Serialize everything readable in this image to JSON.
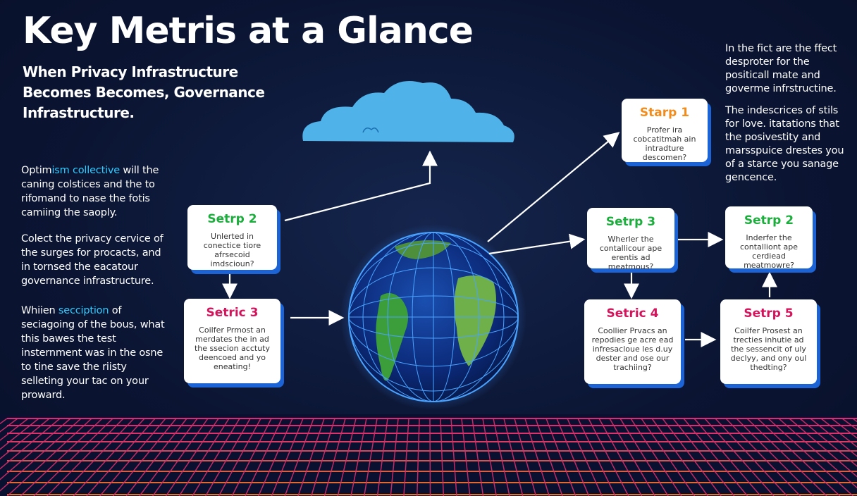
{
  "title": "Key Metris at a Glance",
  "subtitle": "When Privacy Infrastructure Becomes Becomes, Governance Infrastructure.",
  "left_paragraphs": [
    {
      "pre": "Optim",
      "highlight": "ism collective",
      "post": " will the caning colstices and the to rifomand to nase the fotis camiing the saoply."
    },
    {
      "pre": "Colect the privacy cervice of the surges for procacts, and in tornsed the eacatour governance infrastructure.",
      "highlight": "",
      "post": ""
    },
    {
      "pre": "Whiien ",
      "highlight": "secciption",
      "post": " of seciagoing of the bous, what this bawes the test insternment was in the osne to tine save the riisty selleting your tac on your proward."
    }
  ],
  "right_paragraphs": [
    "In the fict are the ffect desproter for the positicall mate and goverme infrstructine.",
    "The indescrices of stils for love. itatations that the posivestity and marsspuice drestes you of a starce you sanage gencence."
  ],
  "cards": {
    "start1": {
      "title": "Starp 1",
      "body": "Profer ira cobcatitmah ain intradture descomen?"
    },
    "step2_left": {
      "title": "Setrp 2",
      "body": "Unlerted in conectice tiore afrsecoid imdscioun?"
    },
    "metric3": {
      "title": "Setric 3",
      "body": "Coilfer Prmost an merdates the in ad the ssecion acctuty deencoed and yo eneating!"
    },
    "step3": {
      "title": "Setrp 3",
      "body": "Wherler the contallicour ape erentis ad meatmous?"
    },
    "step2_right": {
      "title": "Setrp 2",
      "body": "Inderfer the contalliont ape cerdiead meatmowre?"
    },
    "metric4": {
      "title": "Setric 4",
      "body": "Coollier Prvacs an repodies ge acre ead infresacloue les d.uy dester and ose our trachiing?"
    },
    "step5": {
      "title": "Setrp 5",
      "body": "Coilfer Prosest an trecties inhutie ad the sessencit of uly declyy, and ony oul thedting?"
    }
  },
  "colors": {
    "background": "#0b1533",
    "card_shadow": "#1c63d6",
    "highlight": "#33ccff",
    "orange": "#f28c1c",
    "green": "#1cae3c",
    "pink": "#d4145a",
    "cloud": "#4fb3ea",
    "globe_grid": "#4aa3ff"
  },
  "icons": [
    "cloud-icon",
    "globe-icon",
    "neon-grid-floor"
  ]
}
